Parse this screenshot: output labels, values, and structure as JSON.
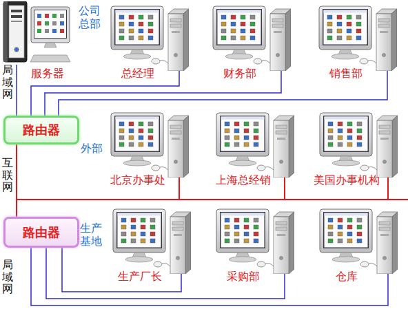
{
  "diagram": {
    "nodes": [
      {
        "text": [
          "服务器"
        ]
      },
      {
        "text": [
          "总经理"
        ]
      },
      {
        "text": [
          "财务部"
        ]
      },
      {
        "text": [
          "销售部"
        ]
      },
      {
        "text": [
          "路由器"
        ]
      },
      {
        "text": [
          "北京办事处"
        ]
      },
      {
        "text": [
          "上海总经销"
        ]
      },
      {
        "text": [
          "美国办事机构"
        ]
      },
      {
        "text": [
          "路由器"
        ]
      },
      {
        "text": [
          "生产厂长"
        ]
      },
      {
        "text": [
          "采购部"
        ]
      },
      {
        "text": [
          "仓库"
        ]
      }
    ],
    "edges": [
      {
        "from": 0,
        "to": 4,
        "arrow": "none"
      },
      {
        "from": 4,
        "to": 1,
        "arrow": "none"
      },
      {
        "from": 4,
        "to": 2,
        "arrow": "none"
      },
      {
        "from": 4,
        "to": 3,
        "arrow": "none"
      },
      {
        "from": 4,
        "to": 8,
        "arrow": "none"
      },
      {
        "from": 4,
        "to": 5,
        "arrow": "none"
      },
      {
        "from": 4,
        "to": 6,
        "arrow": "none"
      },
      {
        "from": 4,
        "to": 7,
        "arrow": "none"
      },
      {
        "from": 8,
        "to": 9,
        "arrow": "none"
      },
      {
        "from": 8,
        "to": 10,
        "arrow": "none"
      },
      {
        "from": 8,
        "to": 11,
        "arrow": "none"
      }
    ],
    "labels": [
      "公司总部",
      "局域网",
      "外部",
      "互联网",
      "生产基地",
      "局域网"
    ]
  }
}
